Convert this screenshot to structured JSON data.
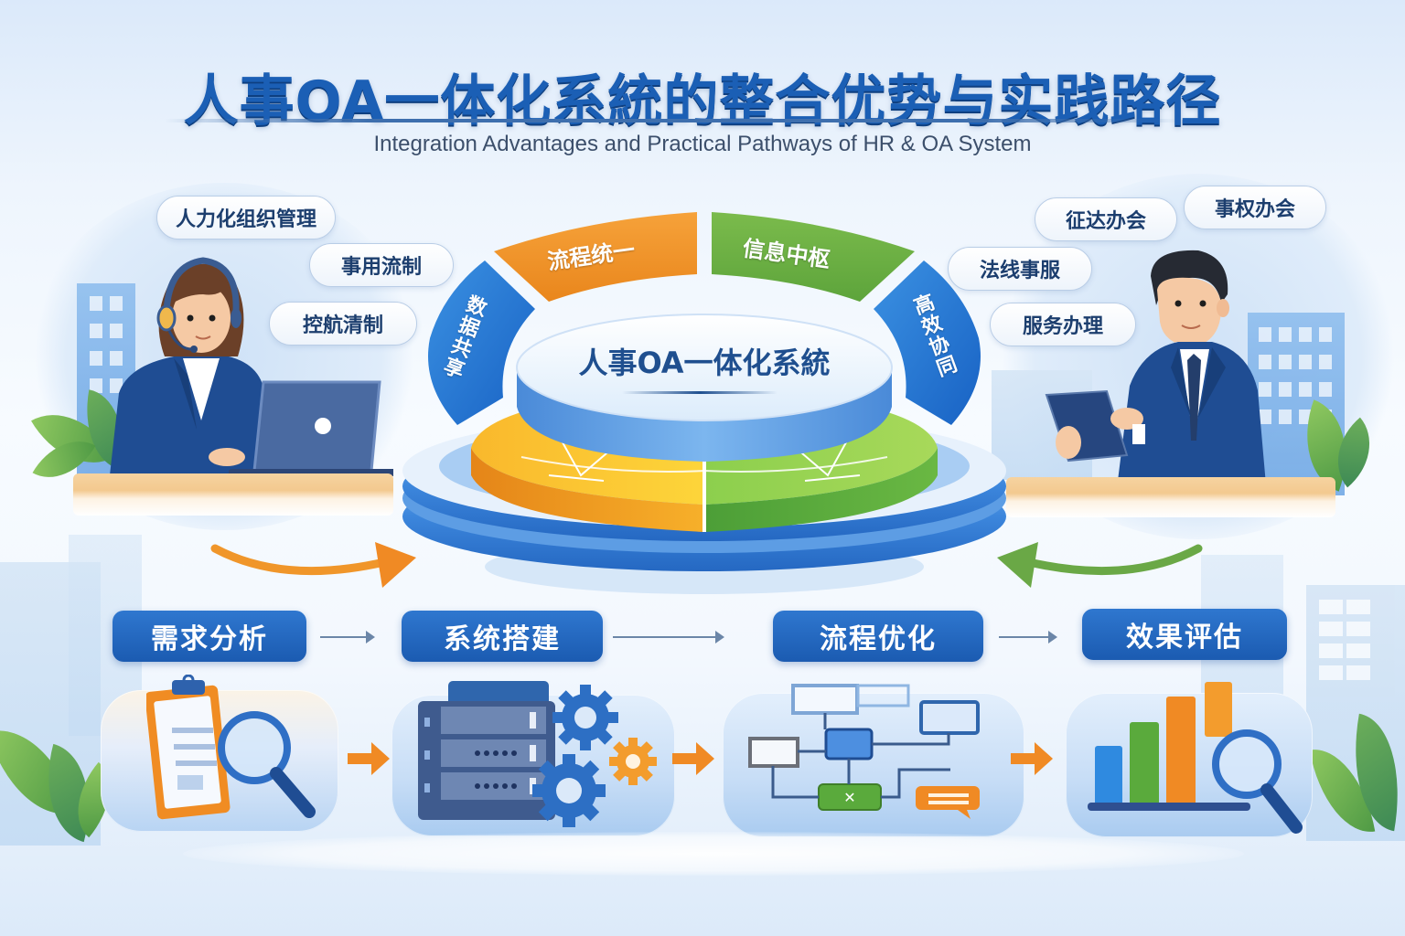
{
  "header": {
    "title": "人事OA一体化系統的整合优势与实践路径",
    "subtitle": "Integration Advantages and Practical Pathways of HR & OA System"
  },
  "left_panel": {
    "person": "hr-staff-with-headset-at-laptop",
    "pills": [
      {
        "label": "人力化组织管理"
      },
      {
        "label": "事用流制"
      },
      {
        "label": "控航清制"
      }
    ]
  },
  "right_panel": {
    "person": "manager-with-tablet",
    "pills": [
      {
        "label": "征达办会"
      },
      {
        "label": "事权办会"
      },
      {
        "label": "法线事服"
      },
      {
        "label": "服务办理"
      }
    ]
  },
  "hub": {
    "center_label": "人事OA一体化系統",
    "segments": [
      {
        "label": "流程统一",
        "position": "top-left",
        "color": "#f19a2c"
      },
      {
        "label": "信息中枢",
        "position": "top-right",
        "color": "#6aaf3f"
      },
      {
        "label": "数据共享",
        "position": "left",
        "color": "#2d7fd6"
      },
      {
        "label": "高效协同",
        "position": "right",
        "color": "#2d7fd6"
      }
    ],
    "base_colors": {
      "orange": "#f4a11f",
      "green": "#5aaa3c",
      "blue": "#3b86d8"
    }
  },
  "steps": [
    {
      "label": "需求分析",
      "icon": "clipboard-magnifier-icon"
    },
    {
      "label": "系统搭建",
      "icon": "server-gears-icon"
    },
    {
      "label": "流程优化",
      "icon": "flowchart-icon"
    },
    {
      "label": "效果评估",
      "icon": "bar-chart-magnifier-icon"
    }
  ],
  "colors": {
    "title_blue": "#1b5fb5",
    "step_blue": "#1f62b8",
    "arrow_orange": "#f08a24",
    "arrow_green": "#6aa846"
  }
}
